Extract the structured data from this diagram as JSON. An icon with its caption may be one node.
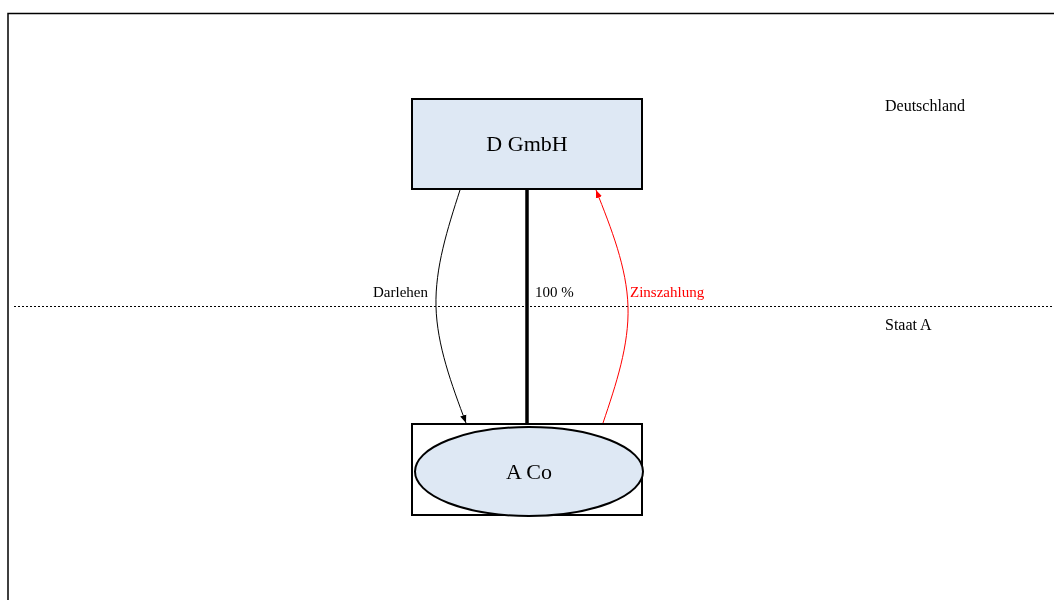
{
  "diagram": {
    "nodes": [
      {
        "text": [
          "D GmbH"
        ]
      },
      {
        "text": [],
        "shape": "box"
      },
      {
        "text": [
          "A Co"
        ],
        "in": 1
      }
    ],
    "edges": [
      {
        "from": 0,
        "to": 1,
        "arrow": "to",
        "label": "Darlehen"
      },
      {
        "from": 0,
        "to": 2,
        "arrow": "none",
        "label": "100 %",
        "style": "thick"
      },
      {
        "from": 1,
        "to": 0,
        "arrow": "to",
        "label": "Zinszahlung",
        "color": "#ff0000"
      }
    ],
    "labels": [
      "Deutschland",
      "Staat A"
    ]
  }
}
